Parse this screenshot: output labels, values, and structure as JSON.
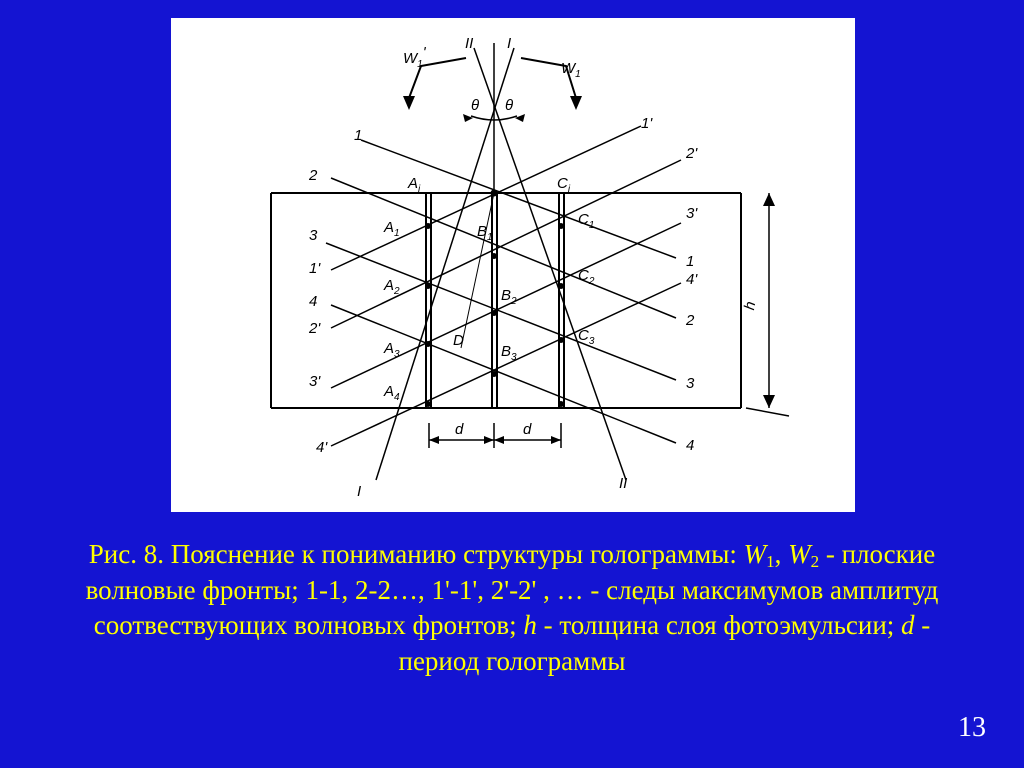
{
  "figure": {
    "wave_labels": {
      "W1p_main": "W",
      "W1p_sub": "1",
      "W1p_prime": "'",
      "W1_main": "W",
      "W1_sub": "1",
      "ray_II": "II",
      "ray_I": "I",
      "theta_left": "θ",
      "theta_right": "θ"
    },
    "front_labels_left": [
      "1",
      "2",
      "3",
      "1'",
      "4",
      "2'",
      "3'",
      "4'"
    ],
    "front_labels_right": [
      "1'",
      "2'",
      "3'",
      "1",
      "4'",
      "2",
      "3",
      "4"
    ],
    "points": {
      "Ai": "A",
      "Ai_sub": "i",
      "Ci": "C",
      "Ci_sub": "i",
      "A1": "A",
      "A1_sub": "1",
      "A2": "A",
      "A2_sub": "2",
      "A3": "A",
      "A3_sub": "3",
      "A4": "A",
      "A4_sub": "4",
      "B1": "B",
      "B1_sub": "1",
      "B2": "B",
      "B2_sub": "2",
      "B3": "B",
      "B3_sub": "3",
      "C1": "C",
      "C1_sub": "1",
      "C2": "C",
      "C2_sub": "2",
      "C3": "C",
      "C3_sub": "3",
      "D": "D"
    },
    "bottom_labels": {
      "I": "I",
      "II": "II"
    },
    "dimensions": {
      "d_left": "d",
      "d_right": "d",
      "h": "h"
    }
  },
  "caption": {
    "part1": "Рис. 8. Пояснение к пониманию структуры голограммы: ",
    "w1": "W",
    "w1_sub": "1",
    "part2": ", ",
    "w2": "W",
    "w2_sub": "2",
    "part3": " - плоские волновые фронты; 1-1, 2-2…, 1'-1', 2'-2' , … - следы максимумов амплитуд соотвествующих волновых фронтов; ",
    "h": "h",
    "part4": " - толщина слоя фотоэмульсии; ",
    "d": "d",
    "part5": " - период голограммы"
  },
  "slide_number": "13"
}
